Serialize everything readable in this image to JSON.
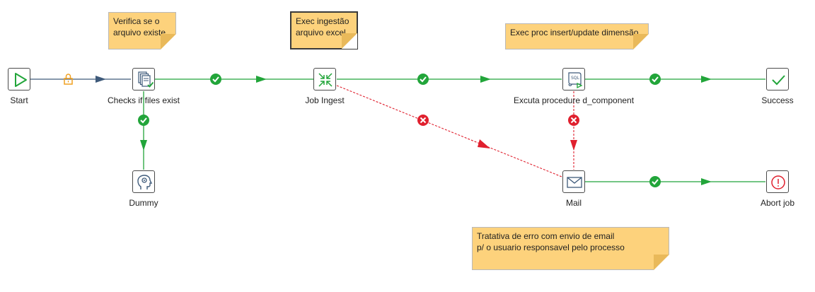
{
  "steps": {
    "start": "Start",
    "checks": "Checks if files exist",
    "dummy": "Dummy",
    "job_ingest": "Job Ingest",
    "procedure": "Excuta procedure d_component",
    "mail": "Mail",
    "success": "Success",
    "abort": "Abort job"
  },
  "notes": {
    "verify": [
      "Verifica se o",
      "arquivo existe"
    ],
    "exec_ingest": [
      "Exec ingestão",
      "arquivo excel"
    ],
    "exec_proc": [
      "Exec proc insert/update dimensão"
    ],
    "error_mail": [
      "Tratativa de erro com envio de email",
      "p/ o usuario responsavel pelo processo"
    ]
  },
  "colors": {
    "success_hop": "#22a53a",
    "error_hop": "#e0202e",
    "unconditional_hop": "#3e5a7a",
    "lock": "#f0a020",
    "note_fill": "#fdd27c"
  }
}
